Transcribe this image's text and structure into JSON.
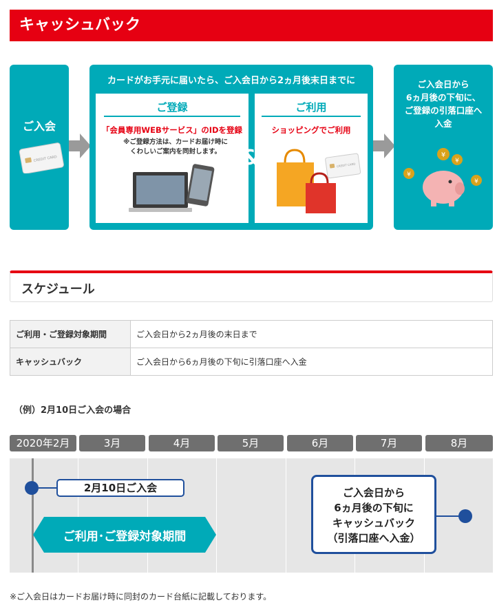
{
  "header": {
    "title": "キャッシュバック"
  },
  "flow": {
    "join": {
      "label": "ご入会",
      "card_text": "CREDIT CARD"
    },
    "middle": {
      "banner": "カードがお手元に届いたら、ご入会日から2ヵ月後末日までに",
      "register": {
        "title": "ご登録",
        "subtitle": "「会員専用WEBサービス」のIDを登録",
        "note_line1": "※ご登録方法は、カードお届け時に",
        "note_line2": "くわしいご案内を同封します。"
      },
      "ampersand": "&",
      "use": {
        "title": "ご利用",
        "subtitle": "ショッピングでご利用",
        "card_text": "CREDIT CARD"
      }
    },
    "cashback": {
      "line1": "ご入会日から",
      "line2": "6ヵ月後の下旬に、",
      "line3": "ご登録の引落口座へ",
      "line4": "入金"
    }
  },
  "schedule": {
    "title": "スケジュール",
    "rows": [
      {
        "label": "ご利用・ご登録対象期間",
        "value": "ご入会日から2ヵ月後の末日まで"
      },
      {
        "label": "キャッシュバック",
        "value": "ご入会日から6ヵ月後の下旬に引落口座へ入金"
      }
    ]
  },
  "example": {
    "caption": "（例）2月10日ご入会の場合"
  },
  "timeline": {
    "months": [
      "2020年2月",
      "3月",
      "4月",
      "5月",
      "6月",
      "7月",
      "8月"
    ],
    "join_label": "2月10日ご入会",
    "period_label": "ご利用･ご登録対象期間",
    "cashback_line1": "ご入会日から",
    "cashback_line2": "6ヵ月後の下旬に",
    "cashback_line3": "キャッシュバック",
    "cashback_line4": "（引落口座へ入金）"
  },
  "footnote": "※ご入会日はカードお届け時に同封のカード台紙に記載しております。",
  "colors": {
    "red": "#e60012",
    "teal": "#00aab8",
    "navy": "#1f4f9c",
    "gray": "#6f6f6f"
  }
}
